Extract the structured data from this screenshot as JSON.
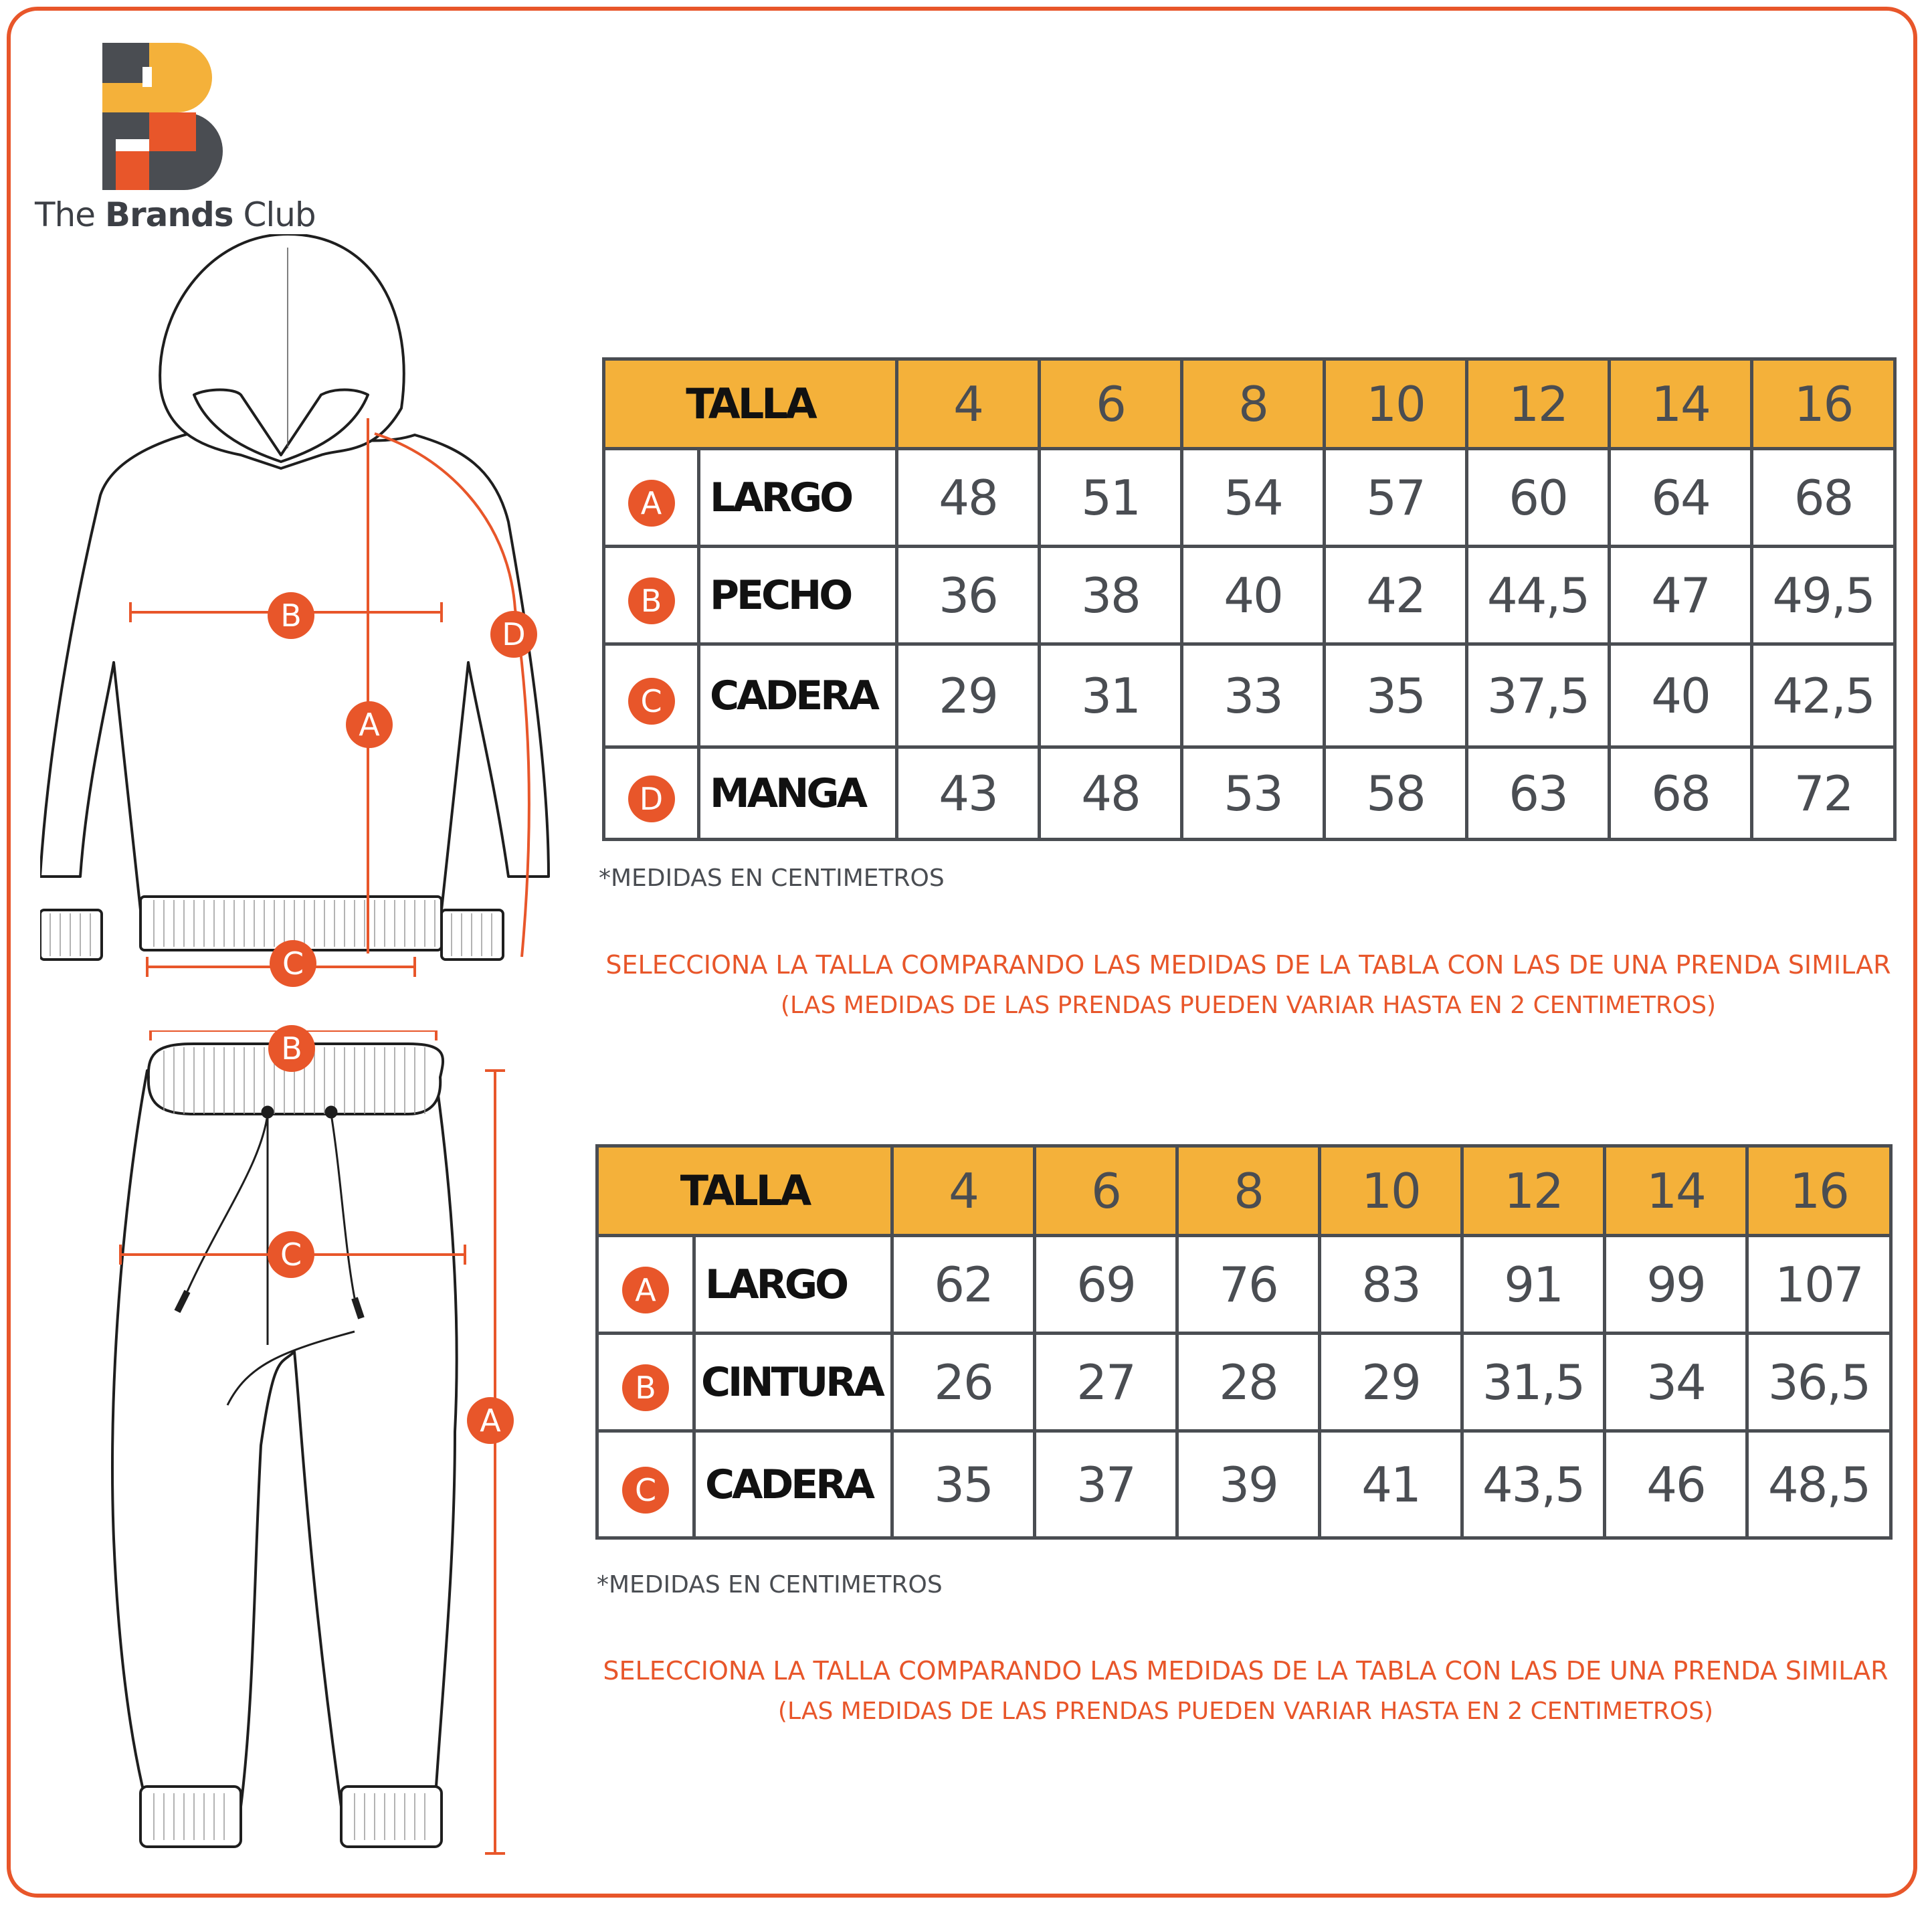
{
  "brand": {
    "name_light_1": "The ",
    "name_bold": "Brands",
    "name_light_2": " Club",
    "colors": {
      "dark": "#4a4d52",
      "yellow": "#f4b13a",
      "orange": "#e8562a"
    }
  },
  "diagram_labels": {
    "hoodie": {
      "a": "A",
      "b": "B",
      "c": "C",
      "d": "D"
    },
    "pants": {
      "a": "A",
      "b": "B",
      "c": "C"
    }
  },
  "hoodie_table": {
    "header_label": "TALLA",
    "sizes": [
      "4",
      "6",
      "8",
      "10",
      "12",
      "14",
      "16"
    ],
    "rows": [
      {
        "badge": "A",
        "label": "LARGO",
        "values": [
          "48",
          "51",
          "54",
          "57",
          "60",
          "64",
          "68"
        ]
      },
      {
        "badge": "B",
        "label": "PECHO",
        "values": [
          "36",
          "38",
          "40",
          "42",
          "44,5",
          "47",
          "49,5"
        ]
      },
      {
        "badge": "C",
        "label": "CADERA",
        "values": [
          "29",
          "31",
          "33",
          "35",
          "37,5",
          "40",
          "42,5"
        ]
      },
      {
        "badge": "D",
        "label": "MANGA",
        "values": [
          "43",
          "48",
          "53",
          "58",
          "63",
          "68",
          "72"
        ]
      }
    ],
    "note": "*MEDIDAS EN CENTIMETROS",
    "advice_line1": "SELECCIONA LA TALLA COMPARANDO LAS MEDIDAS DE LA TABLA CON LAS DE UNA PRENDA SIMILAR",
    "advice_line2": "(LAS MEDIDAS DE LAS PRENDAS PUEDEN VARIAR HASTA EN 2 CENTIMETROS)"
  },
  "pants_table": {
    "header_label": "TALLA",
    "sizes": [
      "4",
      "6",
      "8",
      "10",
      "12",
      "14",
      "16"
    ],
    "rows": [
      {
        "badge": "A",
        "label": "LARGO",
        "values": [
          "62",
          "69",
          "76",
          "83",
          "91",
          "99",
          "107"
        ]
      },
      {
        "badge": "B",
        "label": "CINTURA",
        "values": [
          "26",
          "27",
          "28",
          "29",
          "31,5",
          "34",
          "36,5"
        ]
      },
      {
        "badge": "C",
        "label": "CADERA",
        "values": [
          "35",
          "37",
          "39",
          "41",
          "43,5",
          "46",
          "48,5"
        ]
      }
    ],
    "note": "*MEDIDAS EN CENTIMETROS",
    "advice_line1": "SELECCIONA LA TALLA COMPARANDO LAS MEDIDAS DE LA TABLA CON LAS DE UNA PRENDA SIMILAR",
    "advice_line2": "(LAS MEDIDAS DE LAS PRENDAS PUEDEN VARIAR HASTA EN 2 CENTIMETROS)"
  }
}
